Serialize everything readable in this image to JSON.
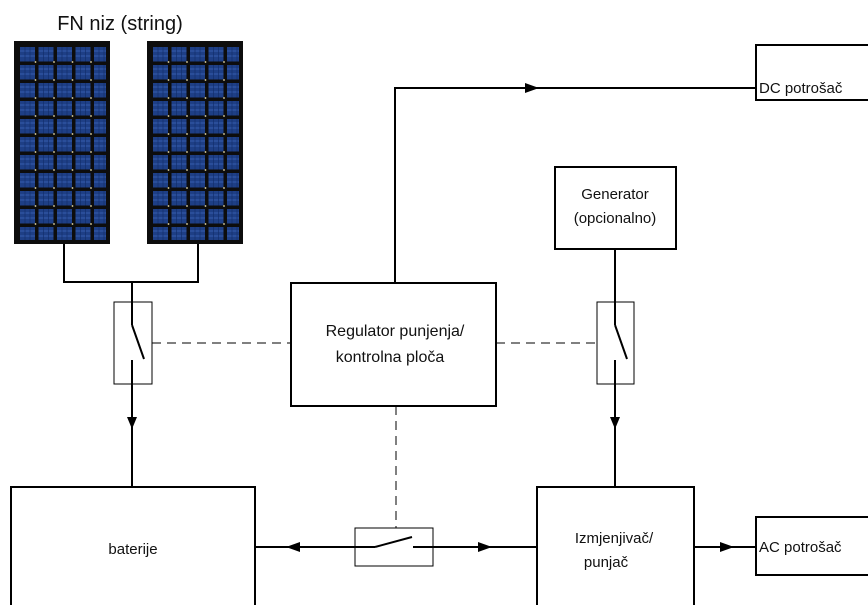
{
  "pv_string": {
    "title": "FN niz (string)"
  },
  "controller": {
    "line1": "Regulator punjenja/",
    "line2": "kontrolna ploča"
  },
  "generator": {
    "line1": "Generator",
    "line2": "(opcionalno)"
  },
  "dc_load": {
    "label": "DC potrošač"
  },
  "ac_load": {
    "label": "AC potrošač"
  },
  "batteries": {
    "label": "baterije"
  },
  "inverter": {
    "line1": "Izmjenjivač/",
    "line2": "punjač"
  },
  "colors": {
    "panel_frame": "#0d0d0d",
    "panel_cell": "#1e3f86",
    "line": "#000000",
    "dashed": "#000000"
  }
}
